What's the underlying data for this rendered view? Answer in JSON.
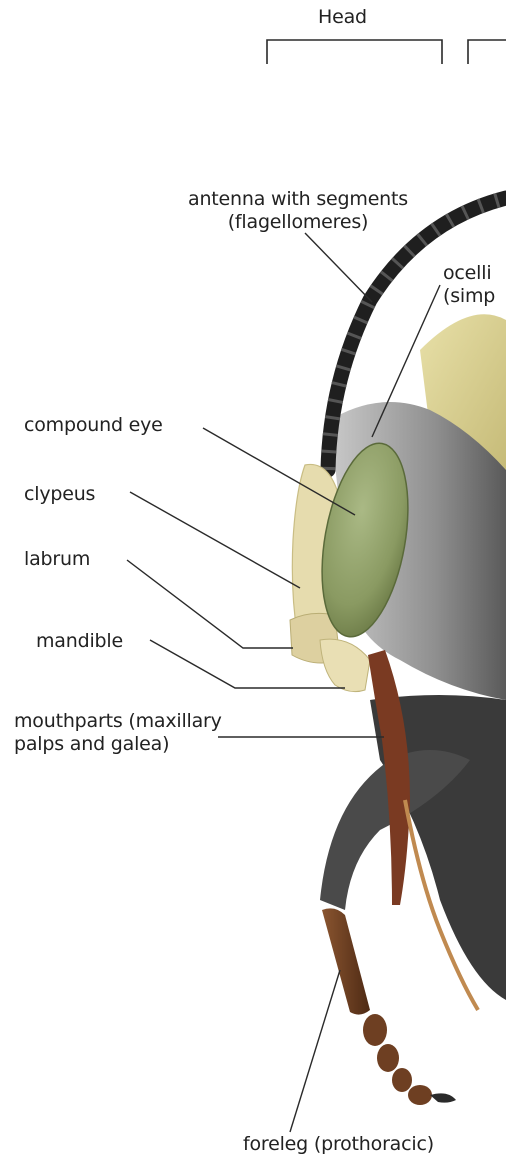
{
  "section_labels": {
    "head": "Head"
  },
  "labels": {
    "antenna_line1": "antenna with segments",
    "antenna_line2": "(flagellomeres)",
    "ocelli_line1": "ocelli",
    "ocelli_line2": "(simp",
    "compound_eye": "compound eye",
    "clypeus": "clypeus",
    "labrum": "labrum",
    "mandible": "mandible",
    "mouthparts_line1": "mouthparts (maxillary",
    "mouthparts_line2": "palps and galea)",
    "foreleg": "foreleg (prothoracic)"
  },
  "colors": {
    "text": "#222222",
    "leader_line": "#2a2a2a",
    "eye": "#8a9a62",
    "eye_highlight": "#aab985",
    "face_plate": "#e6dcae",
    "thorax_hair": "#d9cf8f",
    "gray_fur": "#9a9a9a",
    "dark_fur": "#2e2e2e",
    "antenna": "#2a2a2a",
    "leg_segment": "#6e3f22",
    "tongue": "#c08a50"
  }
}
